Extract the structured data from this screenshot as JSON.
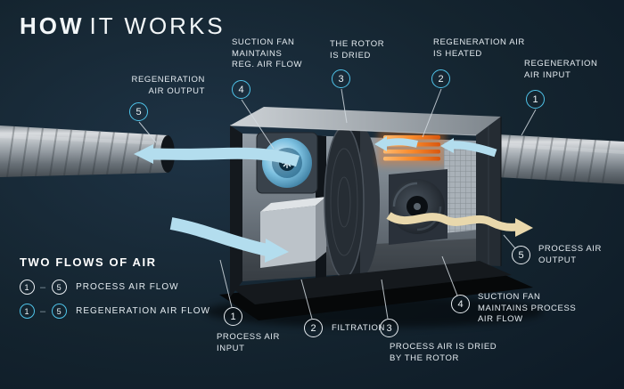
{
  "title": {
    "primary": "HOW",
    "secondary": "IT WORKS"
  },
  "colors": {
    "background_top": "#1e3345",
    "background_bottom": "#0d1a26",
    "regeneration_accent": "#4fc4ea",
    "process_accent": "#e9eef2",
    "airflow_blue": "#b3ddee",
    "dry_air_tan": "#e9d8ac",
    "heater_orange": "#f98a2b",
    "text": "#e4ebf0"
  },
  "callouts": {
    "regeneration": [
      {
        "number": "5",
        "label": "REGENERATION\nAIR OUTPUT"
      },
      {
        "number": "4",
        "label": "SUCTION FAN\nMAINTAINS\nREG. AIR FLOW"
      },
      {
        "number": "3",
        "label": "THE ROTOR\nIS DRIED"
      },
      {
        "number": "2",
        "label": "REGENERATION AIR\nIS HEATED"
      },
      {
        "number": "1",
        "label": "REGENERATION\nAIR INPUT"
      }
    ],
    "process": [
      {
        "number": "1",
        "label": "PROCESS AIR\nINPUT"
      },
      {
        "number": "2",
        "label": "FILTRATION"
      },
      {
        "number": "3",
        "label": "PROCESS AIR IS DRIED\nBY THE ROTOR"
      },
      {
        "number": "4",
        "label": "SUCTION FAN\nMAINTAINS PROCESS\nAIR FLOW"
      },
      {
        "number": "5",
        "label": "PROCESS AIR\nOUTPUT"
      }
    ]
  },
  "legend": {
    "heading": "TWO FLOWS OF AIR",
    "separator": "–",
    "rows": [
      {
        "type": "process",
        "from": "1",
        "to": "5",
        "label": "PROCESS AIR FLOW"
      },
      {
        "type": "regeneration",
        "from": "1",
        "to": "5",
        "label": "REGENERATION AIR FLOW"
      }
    ]
  }
}
